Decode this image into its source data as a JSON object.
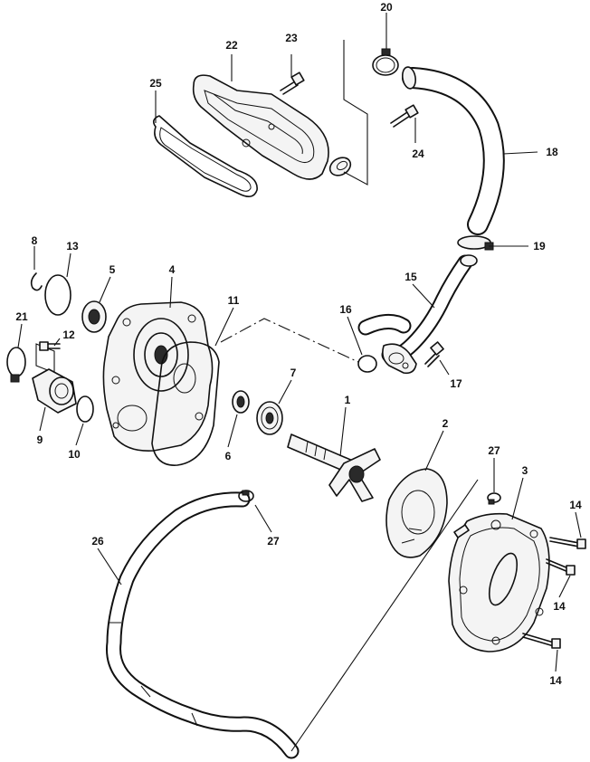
{
  "callouts": {
    "c1": "1",
    "c2": "2",
    "c3": "3",
    "c4": "4",
    "c5": "5",
    "c6": "6",
    "c7": "7",
    "c8": "8",
    "c9": "9",
    "c10": "10",
    "c11": "11",
    "c12": "12",
    "c13": "13",
    "c14a": "14",
    "c14b": "14",
    "c14c": "14",
    "c15": "15",
    "c16": "16",
    "c17": "17",
    "c18": "18",
    "c19": "19",
    "c20": "20",
    "c21": "21",
    "c22": "22",
    "c23": "23",
    "c24": "24",
    "c25": "25",
    "c26": "26",
    "c27a": "27",
    "c27b": "27"
  }
}
